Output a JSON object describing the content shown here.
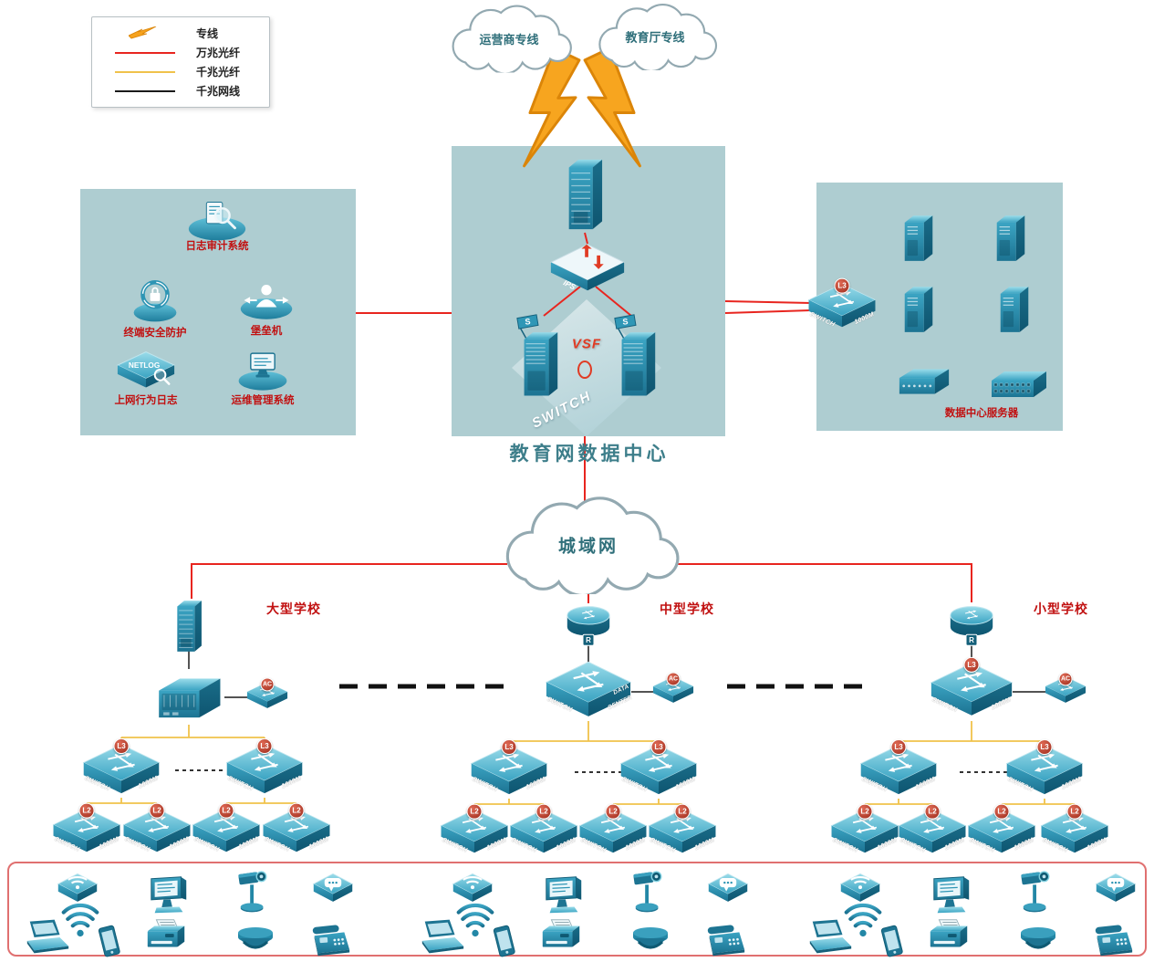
{
  "legend": {
    "items": [
      {
        "symbol": "lightning",
        "label": "专线"
      },
      {
        "symbol": "red-line",
        "color": "#e8251f",
        "label": "万兆光纤"
      },
      {
        "symbol": "yellow-line",
        "color": "#f0c24b",
        "label": "千兆光纤"
      },
      {
        "symbol": "black-line",
        "color": "#1a1a1a",
        "label": "千兆网线"
      }
    ]
  },
  "clouds": {
    "isp": {
      "label": "运营商专线"
    },
    "edu": {
      "label": "教育厅专线"
    },
    "man": {
      "label": "城域网"
    }
  },
  "datacenter": {
    "caption": "教育网数据中心",
    "vsf": "VSF",
    "ips": "IPS",
    "switch_text": "SWITCH",
    "server_flag": "S"
  },
  "security_zone": {
    "items": [
      {
        "icon": "log-audit-icon",
        "label": "日志审计系统"
      },
      {
        "icon": "endpoint-protect-icon",
        "label": "终端安全防护"
      },
      {
        "icon": "bastion-icon",
        "label": "堡垒机"
      },
      {
        "icon": "netlog-icon",
        "label": "上网行为日志",
        "badge": "NETLOG"
      },
      {
        "icon": "ops-mgmt-icon",
        "label": "运维管理系统"
      }
    ]
  },
  "server_zone": {
    "caption": "数据中心服务器",
    "switch": {
      "badge": "L3",
      "line1": "SWITCH",
      "line2": "1000M"
    }
  },
  "labels": {
    "switch": "SWITCH",
    "speed": "1000M",
    "l3": "L3",
    "l2": "L2",
    "ac": "AC",
    "router": "R",
    "dc1": "DATA",
    "dc2": "CENTER"
  },
  "schools": [
    {
      "name": "大型学校"
    },
    {
      "name": "中型学校"
    },
    {
      "name": "小型学校"
    }
  ],
  "terminal_zone": {
    "groups": 3,
    "device_icons": [
      "wlan-ap",
      "desktop-pc",
      "ptz-camera",
      "im-terminal",
      "laptop",
      "wifi-signal",
      "smartphone",
      "printer",
      "dome-camera",
      "fax-phone"
    ]
  },
  "colors": {
    "device_teal": "#2e95b4",
    "zone_background": "#aecdd1",
    "line_10g": "#e8251f",
    "line_1g_fiber": "#f0c24b",
    "line_1g_cable": "#1a1a1a",
    "label_red": "#c11111"
  }
}
